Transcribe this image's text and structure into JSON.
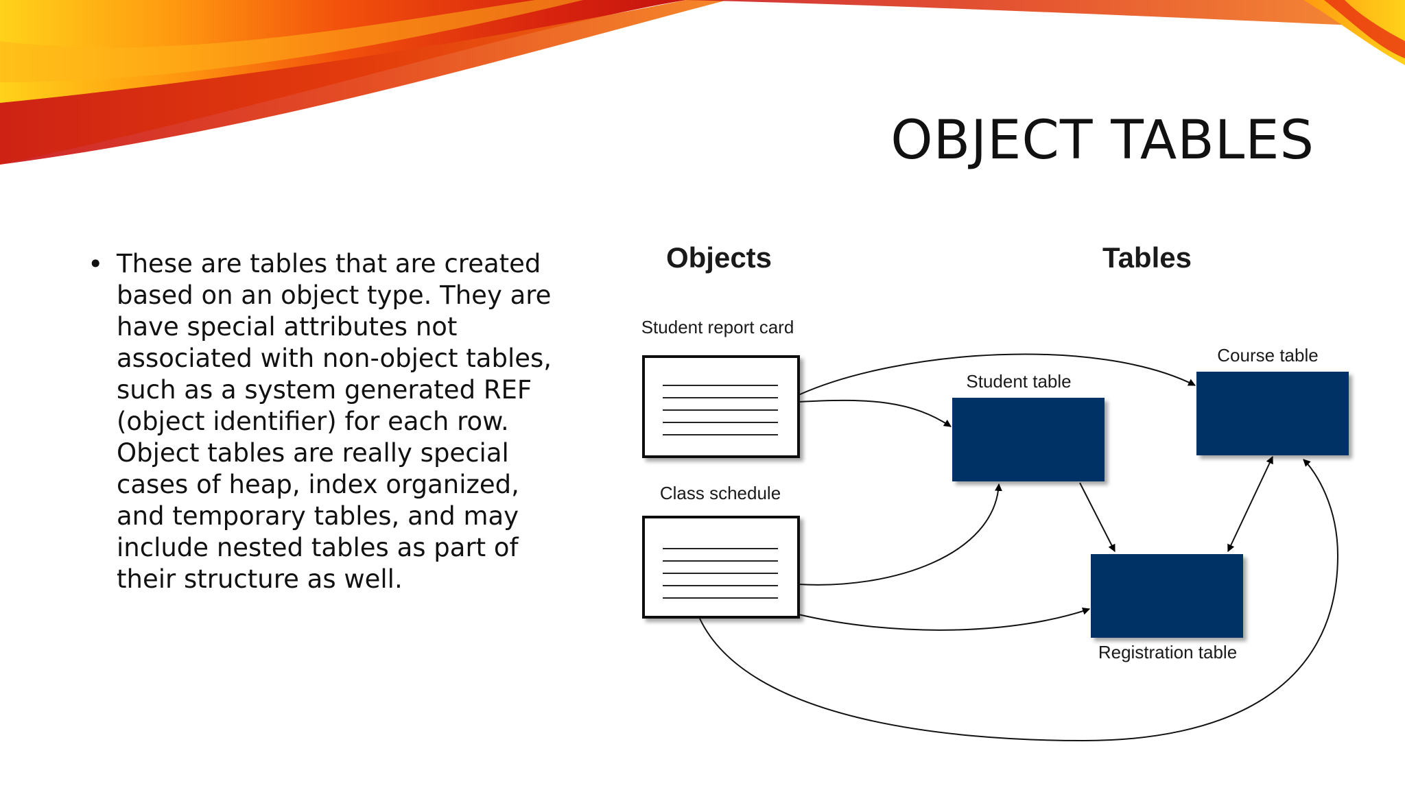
{
  "slide": {
    "title": "OBJECT TABLES",
    "bullet": "These are tables that are created based on an object type. They are have special attributes not associated with non-object tables, such as a system generated REF (object identifier) for each row. Object tables are really special cases of heap, index organized, and temporary tables, and may include nested tables as part of their structure as well."
  },
  "diagram": {
    "headings": {
      "objects": "Objects",
      "tables": "Tables"
    },
    "objects": [
      {
        "id": "student-report-card",
        "label": "Student report card"
      },
      {
        "id": "class-schedule",
        "label": "Class schedule"
      }
    ],
    "tables": [
      {
        "id": "student-table",
        "label": "Student table"
      },
      {
        "id": "course-table",
        "label": "Course table"
      },
      {
        "id": "registration-table",
        "label": "Registration table"
      }
    ],
    "colors": {
      "table_fill": "#003366",
      "object_border": "#111111",
      "swoosh": [
        "#ffd21a",
        "#ff8c00",
        "#e8260c",
        "#b40a12"
      ]
    }
  }
}
